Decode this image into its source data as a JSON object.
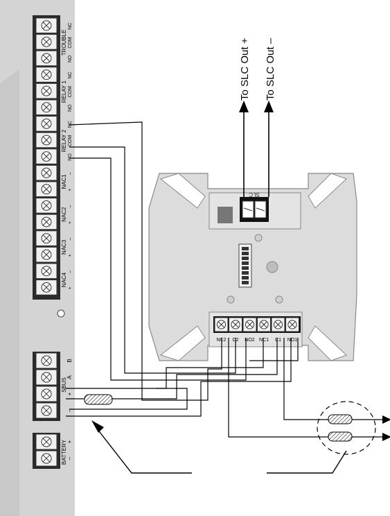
{
  "slc_out": {
    "plus": "To SLC Out +",
    "minus": "To SLC Out –",
    "silkscreen": "SLC"
  },
  "panel": {
    "terminal_groups": [
      {
        "label": "TROUBLE",
        "pins": [
          "NC",
          "COM",
          "NO"
        ]
      },
      {
        "label": "RELAY 1",
        "pins": [
          "NC",
          "COM",
          "NO"
        ]
      },
      {
        "label": "RELAY 2",
        "pins": [
          "NC",
          "COM",
          "NO"
        ]
      },
      {
        "label": "NAC1",
        "pins": [
          "–",
          "+"
        ]
      },
      {
        "label": "NAC2",
        "pins": [
          "–",
          "+"
        ]
      },
      {
        "label": "NAC3",
        "pins": [
          "–",
          "+"
        ]
      },
      {
        "label": "NAC4",
        "pins": [
          "–",
          "+"
        ]
      }
    ],
    "sbus": {
      "label": "SBUS",
      "pins": [
        "B",
        "A",
        "+",
        "–"
      ]
    },
    "battery": {
      "label": "BATTERY",
      "pins": [
        "+",
        "–"
      ]
    }
  },
  "module": {
    "terminal_labels": [
      "NC2",
      "C2",
      "NO2",
      "NC1",
      "C1",
      "NO1"
    ]
  },
  "colors": {
    "panel_fill": "#d4d4d4",
    "module_fill": "#dcdcdc",
    "terminal_fill": "#f0f0f0",
    "wire": "#000000"
  }
}
